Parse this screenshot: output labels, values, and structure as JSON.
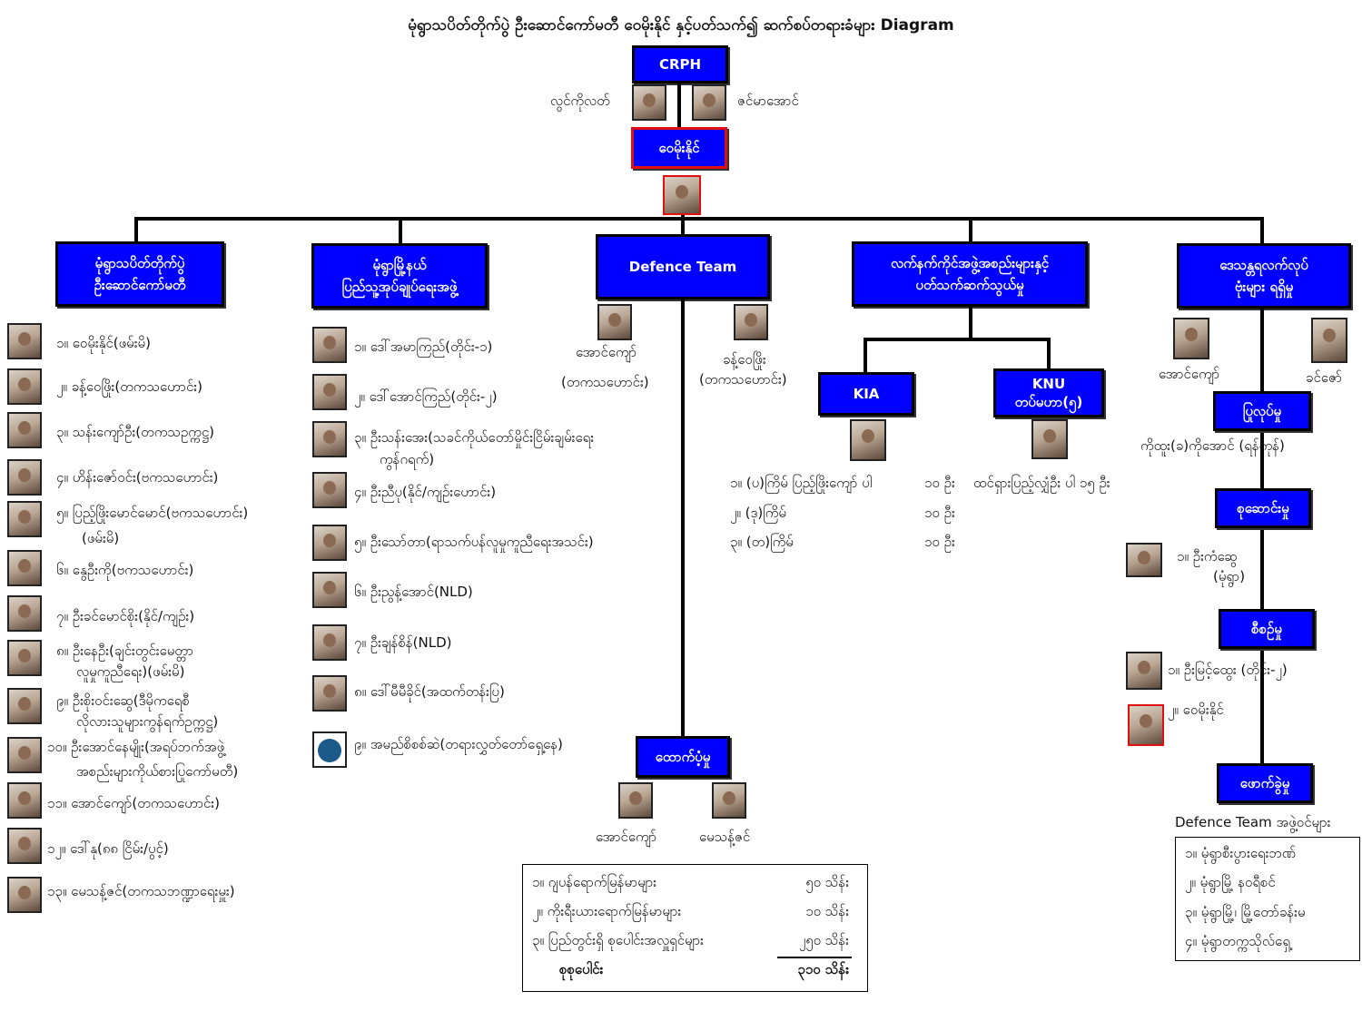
{
  "title": "မုံရွာသပိတ်တိုက်ပွဲ ဦးဆောင်ကော်မတီ ဝေမိုးနိုင် နှင့်ပတ်သက်၍ ဆက်စပ်တရားခံများ Diagram",
  "top": {
    "crph": "CRPH",
    "left_name": "လွင်ကိုလတ်",
    "right_name": "ဇင်မာအောင်",
    "center": "ဝေမိုးနိုင်"
  },
  "branches": {
    "b1": {
      "line1": "မုံရွာသပိတ်တိုက်ပွဲ",
      "line2": "ဦးဆောင်ကော်မတီ",
      "members": [
        "၁။  ဝေမိုးနိုင်(ဖမ်းမိ)",
        "၂။  ခန့်ဝေဖြိုး(တကသဟောင်း)",
        "၃။  သန်းကျော်ဦး(တကသဥက္ကဋ္ဌ)",
        "၄။  ဟိန်းဇော်ဝင်း(ဗကသဟောင်း)",
        "၅။  ပြည့်ဖြိုးမောင်မောင်(ဗကသဟောင်း)",
        "(ဖမ်းမိ)",
        "၆။  နွေဦးကို(ဗကသဟောင်း)",
        "၇။  ဦးခင်မောင်စိုး(နိုင်/ကျဉ်း)",
        "၈။  ဦးနေဦး(ချင်းတွင်းမေတ္တာ",
        "လူမှုကူညီရေး)(ဖမ်းမိ)",
        "၉။  ဦးစိုးဝင်းဆွေ(ဒီမိုကရေစီ",
        "လိုလားသူများကွန်ရက်ဥက္ကဋ္ဌ)",
        "၁၀။ ဦးအောင်နေမျိုး(အရပ်ဘက်အဖွဲ့",
        "အစည်းများကိုယ်စားပြုကော်မတီ)",
        "၁၁။ အောင်ကျော်(တကသဟောင်း)",
        "၁၂။ ဒေါ်နု(၈၈ ငြိမ်း/ပွင့်)",
        "၁၃။ မေသန့်ဇင်(တကသဘဏ္ဍာရေးမှူး)"
      ]
    },
    "b2": {
      "line1": "မုံရွာမြို့နယ်",
      "line2": "ပြည်သူ့အုပ်ချုပ်ရေးအဖွဲ့",
      "members": [
        "၁။  ဒေါ်အမာကြည်(တိုင်း-၁)",
        "၂။  ဒေါ်အောင်ကြည်(တိုင်း-၂)",
        "၃။  ဦးသန်းအေး(သခင်ကိုယ်တော်မှိုင်းငြိမ်းချမ်းရေး",
        "ကွန်ဂရက်)",
        "၄။  ဦးညီပု(နိုင်/ကျဉ်းဟောင်း)",
        "၅။  ဦးသော်တာ(ရာသက်ပန်လူမှုကူညီရေးအသင်း)",
        "၆။  ဦးညွန့်အောင်(NLD)",
        "၇။  ဦးချန်စိန်(NLD)",
        "၈။  ဒေါ်မီမီခိုင်(အထက်တန်းပြ)",
        "၉။  အမည်စိစစ်ဆဲ(တရားလွှတ်တော်ရှေ့နေ)"
      ]
    },
    "b3": {
      "label": "Defence Team",
      "left_name": "အောင်ကျော်",
      "left_sub": "(တကသဟောင်း)",
      "right_name": "ခန့်ဝေဖြိုး",
      "right_sub": "(တကသဟောင်း)",
      "support": {
        "label": "ထောက်ပံ့မှု",
        "p1": "အောင်ကျော်",
        "p2": "မေသန့်ဇင်",
        "rows": [
          {
            "item": "၁။  ဂျပန်ရောက်မြန်မာများ",
            "amount": "၅၀ သိန်း"
          },
          {
            "item": "၂။  ကိုးရီးယားရောက်မြန်မာများ",
            "amount": "၁၀ သိန်း"
          },
          {
            "item": "၃။  ပြည်တွင်းရှိ စုပေါင်းအလှူရှင်များ",
            "amount": "၂၅၀ သိန်း"
          }
        ],
        "total_label": "စုစုပေါင်း",
        "total_amount": "၃၁၀ သိန်း"
      }
    },
    "b4": {
      "line1": "လက်နက်ကိုင်အဖွဲ့အစည်းများနှင့်",
      "line2": "ပတ်သက်ဆက်သွယ်မှု",
      "kia": "KIA",
      "knu_line1": "KNU",
      "knu_line2": "တပ်မဟာ(၅)",
      "kia_rows": [
        {
          "item": "၁။  (ပ)ကြိမ် ပြည့်ဖြိုးကျော် ပါ",
          "count": "၁၀ ဦး"
        },
        {
          "item": "၂။  (ဒု)ကြိမ်",
          "count": "၁၀ ဦး"
        },
        {
          "item": "၃။  (တ)ကြိမ်",
          "count": "၁၀ ဦး"
        }
      ],
      "knu_row": "ထင်ရှားပြည့်လျှံဦး ပါ ၁၅ ဦး"
    },
    "b5": {
      "line1": "ဒေသန္တရလက်လုပ်",
      "line2": "ဗုံးများ ရရှိမှု",
      "left_name": "အောင်ကျော်",
      "right_name": "ခင်ဇော်",
      "stages": [
        {
          "label": "ပြုလုပ်မှု",
          "lines": [
            "ကိုထူး(ခ)ကိုအောင်  (ရန်ကုန်)"
          ]
        },
        {
          "label": "စုဆောင်းမှု",
          "lines": [
            "၁။  ဦးကံဆွေ",
            "(မုံရွာ)"
          ]
        },
        {
          "label": "စီစဉ်မှု",
          "lines": [
            "၁။  ဦးမြင့်ထွေး  (တိုင်း-၂)",
            "၂။  ဝေမိုးနိုင်"
          ]
        },
        {
          "label": "ဖောက်ခွဲမှု",
          "lines": []
        }
      ],
      "team_title": "Defence Team အဖွဲ့ဝင်များ",
      "team": [
        "၁။  မုံရွာစီးပွားရေးဘဏ်",
        "၂။  မုံရွာမြို့ နဝရီစင်",
        "၃။  မုံရွာမြို့၊ မြို့တော်ခန်းမ",
        "၄။  မုံရွာတက္ကသိုလ်ရှေ့"
      ]
    }
  },
  "colors": {
    "box_fill": "#0000ff",
    "box_text": "#ffffff",
    "highlight_border": "#e01010"
  }
}
